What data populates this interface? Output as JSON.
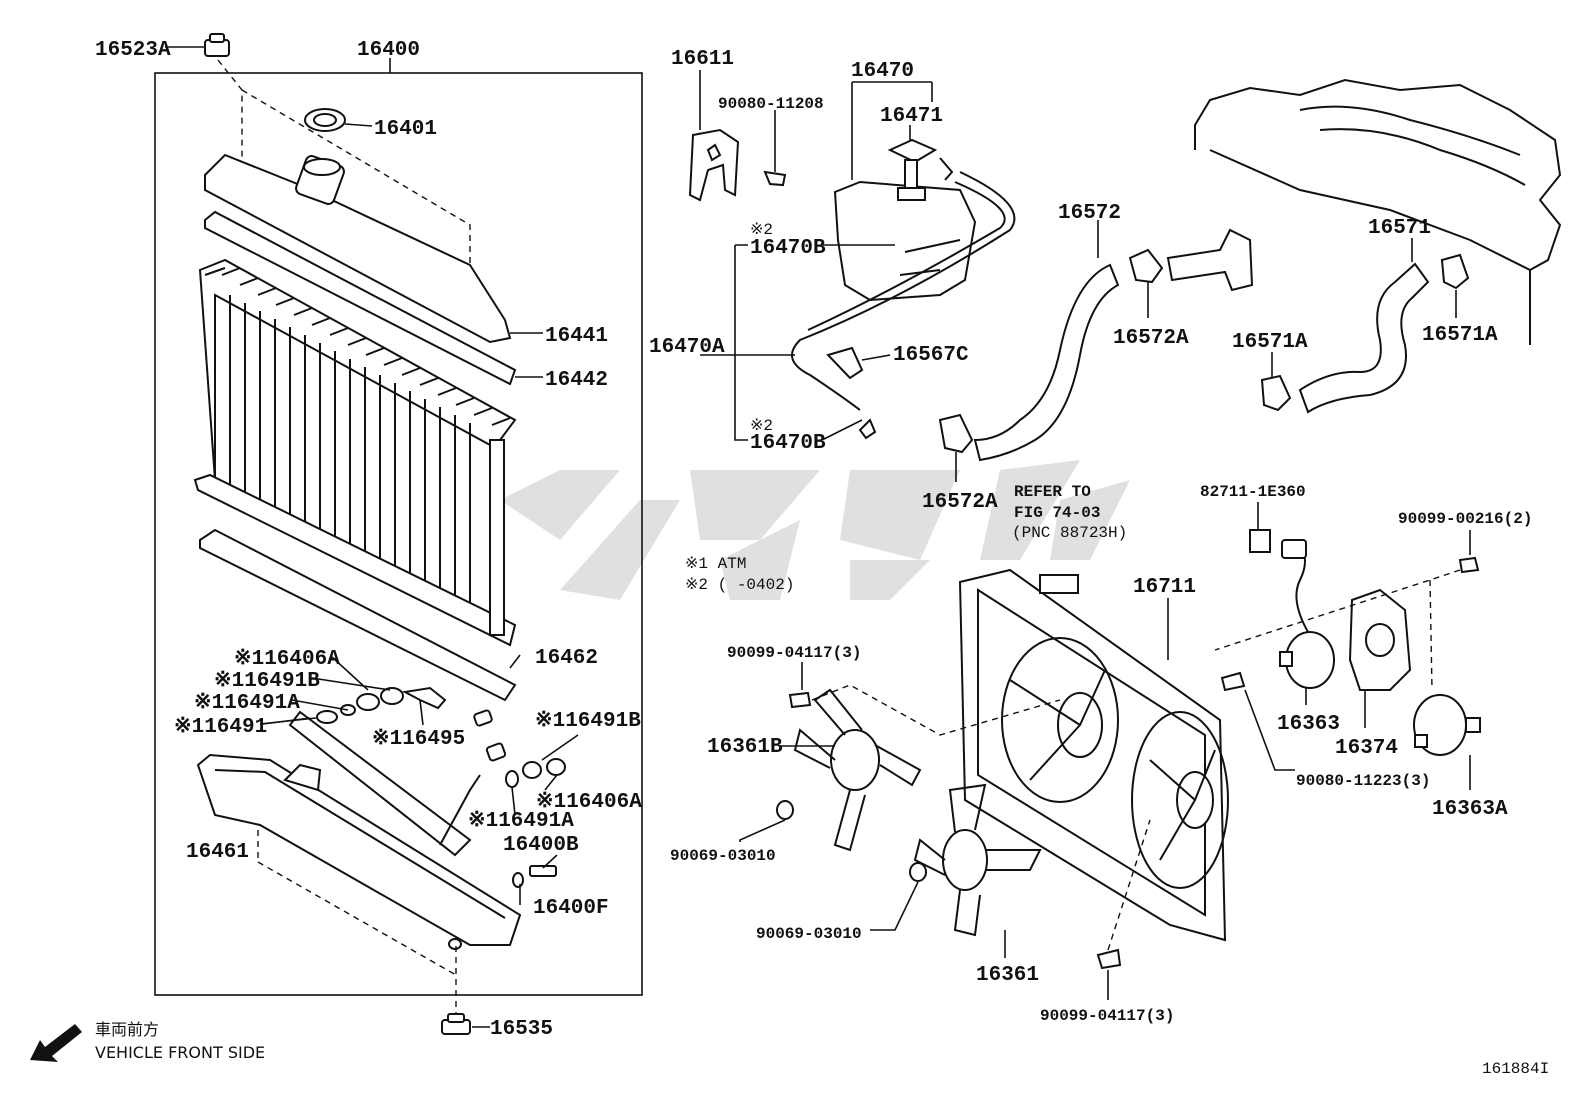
{
  "diagram_id": "161884I",
  "orientation": {
    "jp": "車両前方",
    "en": "VEHICLE FRONT SIDE"
  },
  "notes": {
    "n1": "※1 ATM",
    "n2": "※2 (    -0402)"
  },
  "refer": {
    "line1": "REFER TO",
    "line2": "FIG 74-03",
    "line3": "(PNC 88723H)"
  },
  "parts": {
    "p16523A": "16523A",
    "p16400": "16400",
    "p16401": "16401",
    "p16441": "16441",
    "p16442": "16442",
    "p16462": "16462",
    "p16406A_1": "※116406A",
    "p16491B_1": "※116491B",
    "p16491A_1": "※116491A",
    "p16491": "※116491",
    "p16495": "※116495",
    "p16491B_2": "※116491B",
    "p16406A_2": "※116406A",
    "p16491A_2": "※116491A",
    "p16400B": "16400B",
    "p16400F": "16400F",
    "p16461": "16461",
    "p16535": "16535",
    "p16611": "16611",
    "p90080_11208": "90080-11208",
    "p16470": "16470",
    "p16471": "16471",
    "p16470B_top_mark": "※2",
    "p16470B_top": "16470B",
    "p16470A": "16470A",
    "p16567C": "16567C",
    "p16470B_bot_mark": "※2",
    "p16470B_bot": "16470B",
    "p16572": "16572",
    "p16572A_1": "16572A",
    "p16572A_2": "16572A",
    "p16571": "16571",
    "p16571A_1": "16571A",
    "p16571A_2": "16571A",
    "p82711_1E360": "82711-1E360",
    "p90099_00216": "90099-00216(2)",
    "p16711": "16711",
    "p16363": "16363",
    "p16374": "16374",
    "p16363A": "16363A",
    "p90080_11223": "90080-11223(3)",
    "p90099_04117_top": "90099-04117(3)",
    "p16361B": "16361B",
    "p90069_03010_1": "90069-03010",
    "p90069_03010_2": "90069-03010",
    "p16361": "16361",
    "p90099_04117_bot": "90099-04117(3)"
  }
}
